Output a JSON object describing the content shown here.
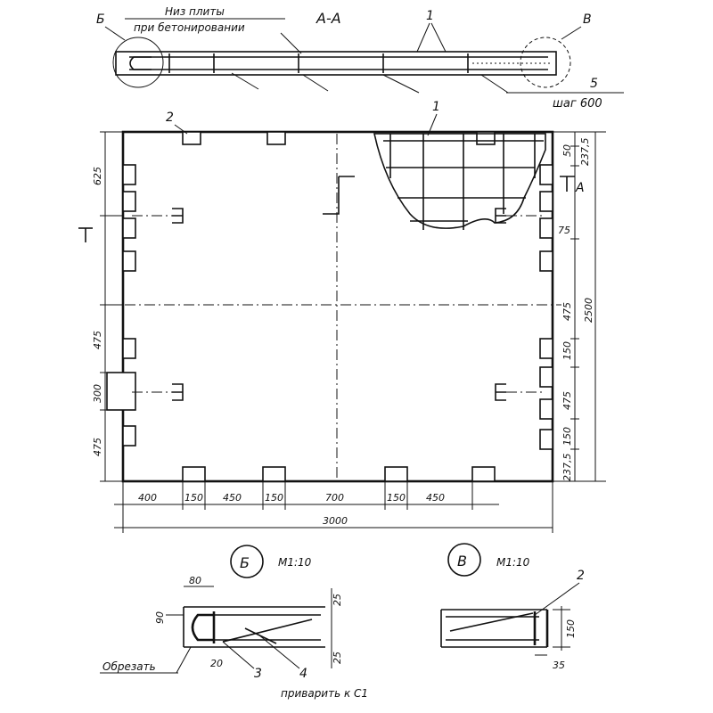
{
  "section": {
    "title": "А-А",
    "note_line1": "Низ плиты",
    "note_line2": "при бетонировании",
    "callout_left": "Б",
    "callout_right": "В",
    "label_1": "1",
    "label_5": "5",
    "step_note": "шаг 600"
  },
  "plan": {
    "label_1": "1",
    "label_2": "2",
    "section_mark": "А",
    "left_dims": [
      "625",
      "475",
      "300",
      "475"
    ],
    "right_dims": [
      "50",
      "237,5",
      "75",
      "475",
      "150",
      "475",
      "150",
      "237,5"
    ],
    "overall_height": "2500",
    "bottom_dims": [
      "400",
      "150",
      "450",
      "150",
      "700",
      "150",
      "450"
    ],
    "overall_width": "3000"
  },
  "detail_b": {
    "mark": "Б",
    "scale": "М1:10",
    "dim_top": "80",
    "dim_left": "90",
    "dim_right_top": "25",
    "dim_right_bottom": "25",
    "dim_bottom": "20",
    "note_cut": "Обрезать",
    "label_3": "3",
    "label_4": "4",
    "note_weld": "приварить к С1"
  },
  "detail_v": {
    "mark": "В",
    "scale": "М1:10",
    "label_2": "2",
    "dim_150": "150",
    "dim_35": "35"
  }
}
